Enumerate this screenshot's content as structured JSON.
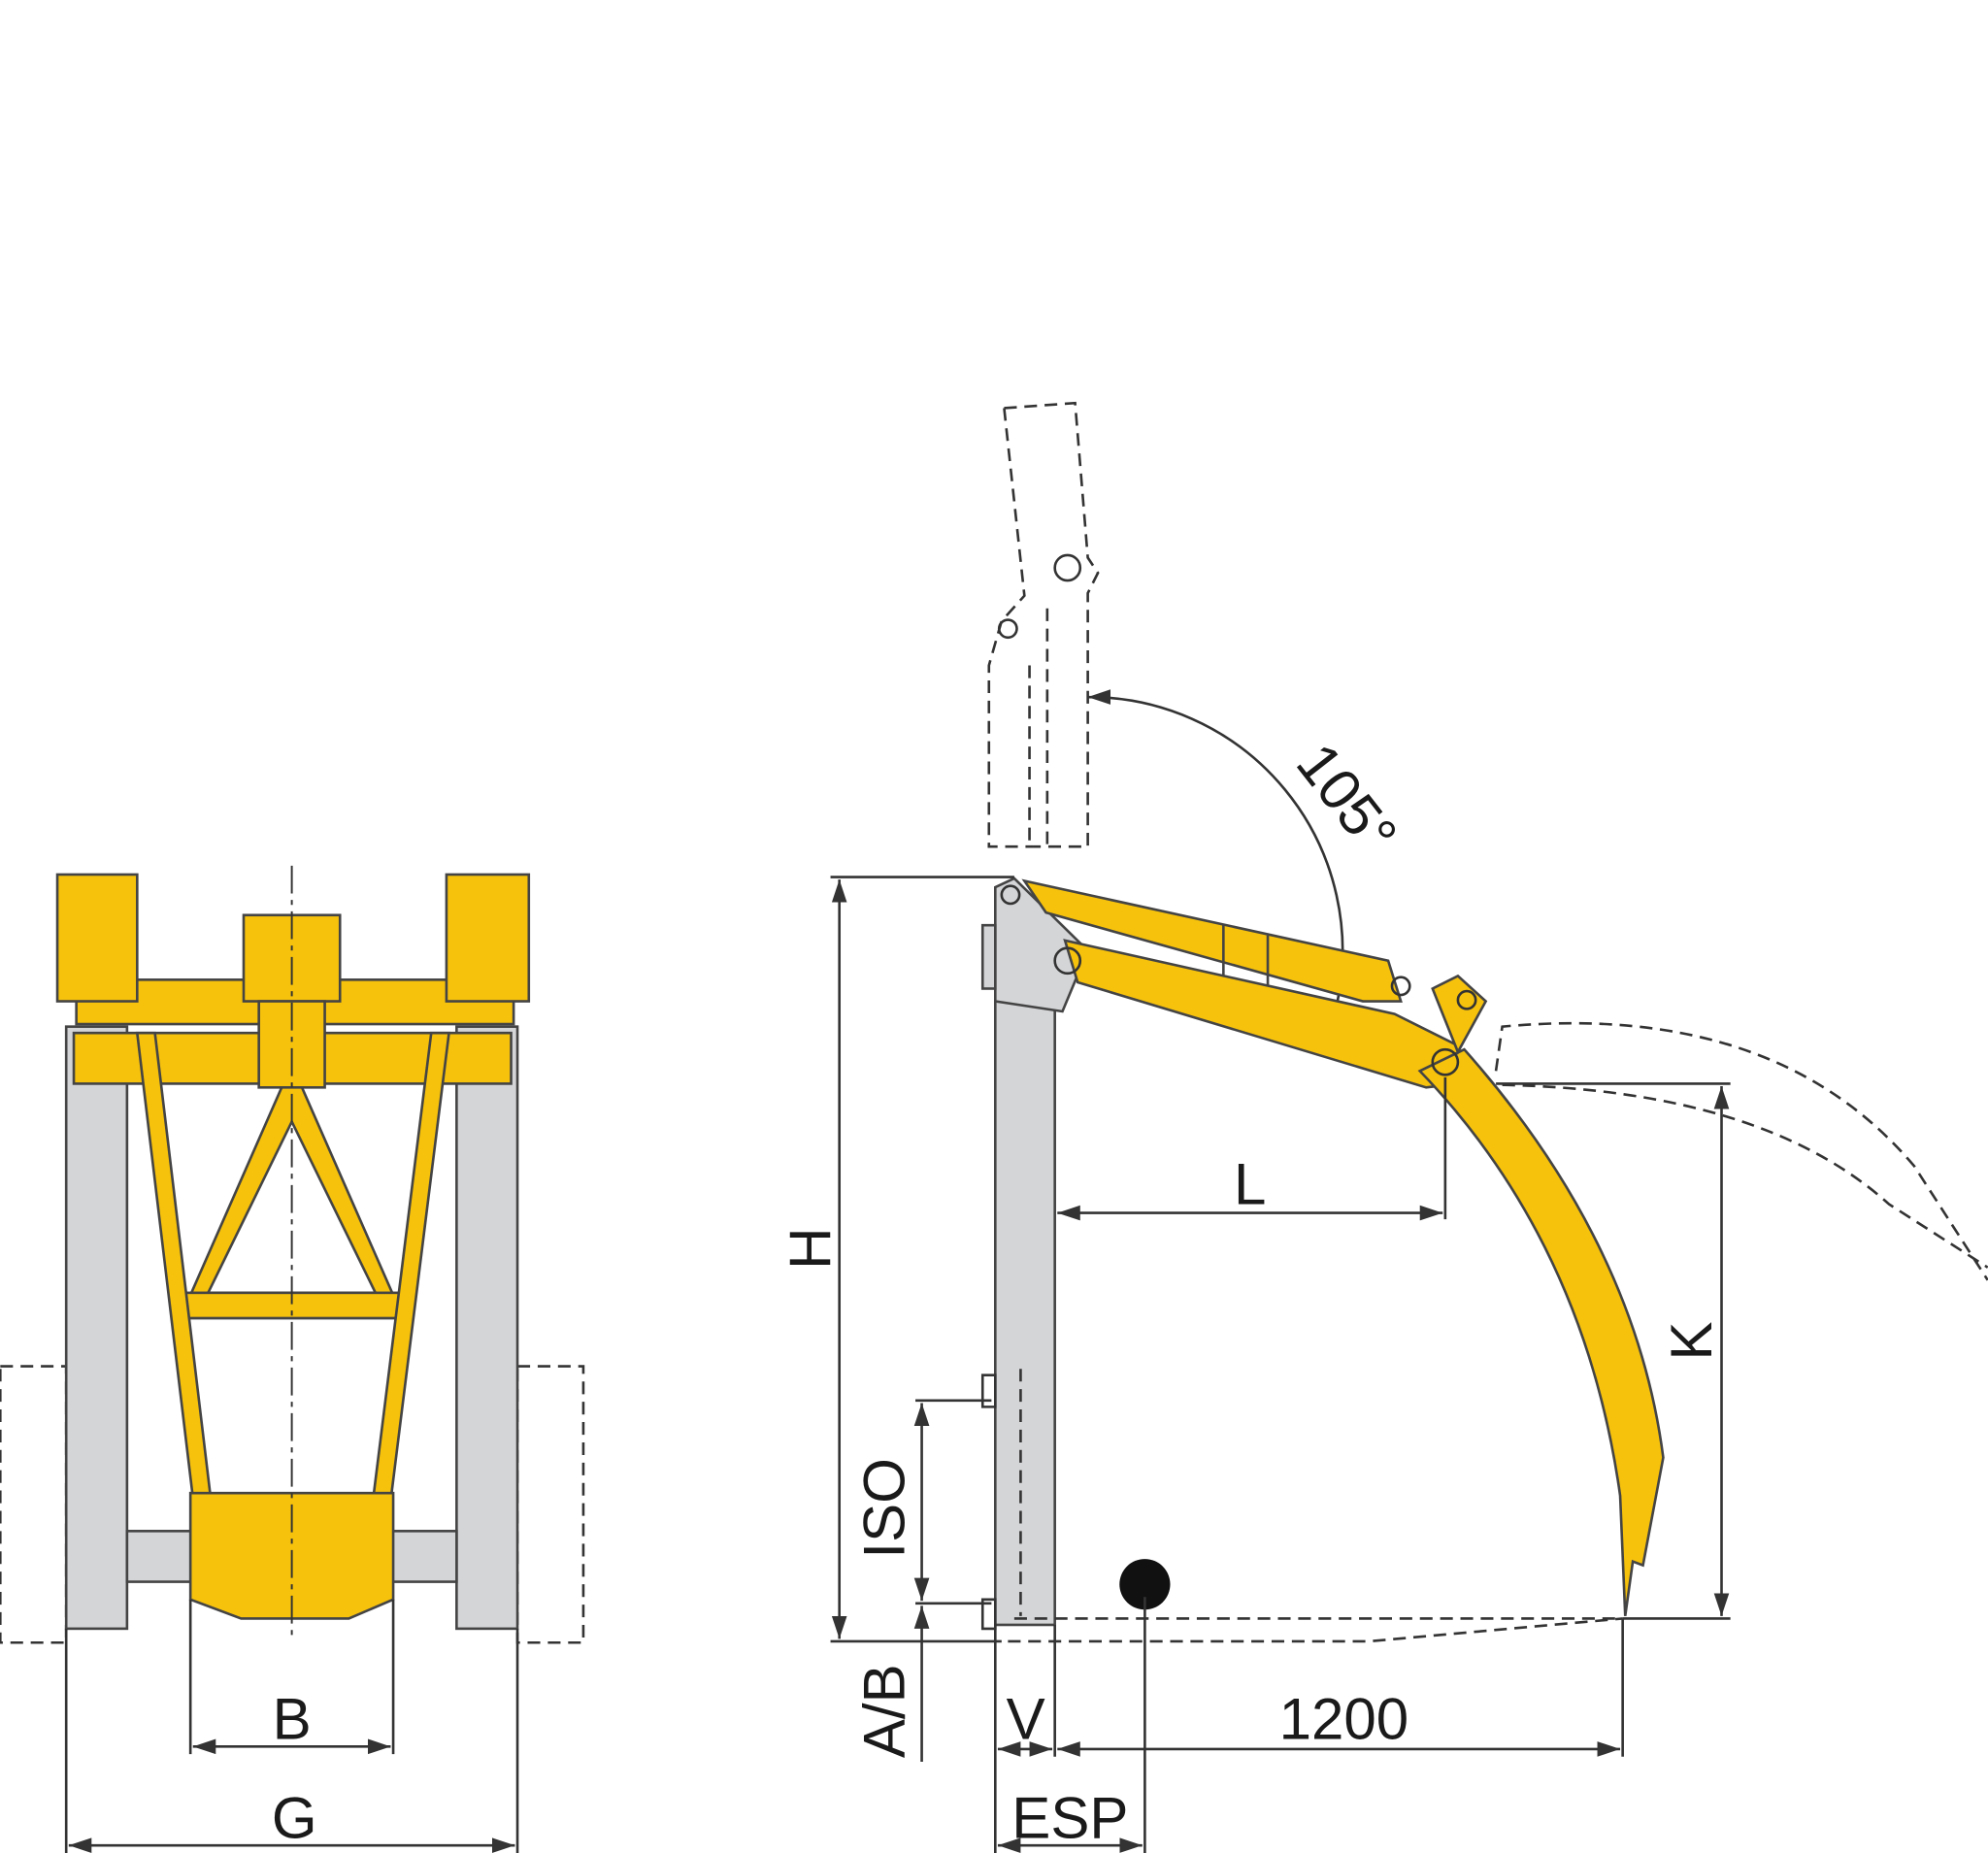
{
  "colors": {
    "attachment": "#f7c20c",
    "mast": "#d4d5d7",
    "line": "#333333"
  },
  "front_view": {
    "labels": {
      "b": "B",
      "g": "G"
    }
  },
  "side_view": {
    "labels": {
      "h": "H",
      "l": "L",
      "k": "K",
      "iso": "ISO",
      "ab": "A/B",
      "v": "V",
      "length": "1200",
      "esp": "ESP",
      "angle": "105°"
    }
  }
}
